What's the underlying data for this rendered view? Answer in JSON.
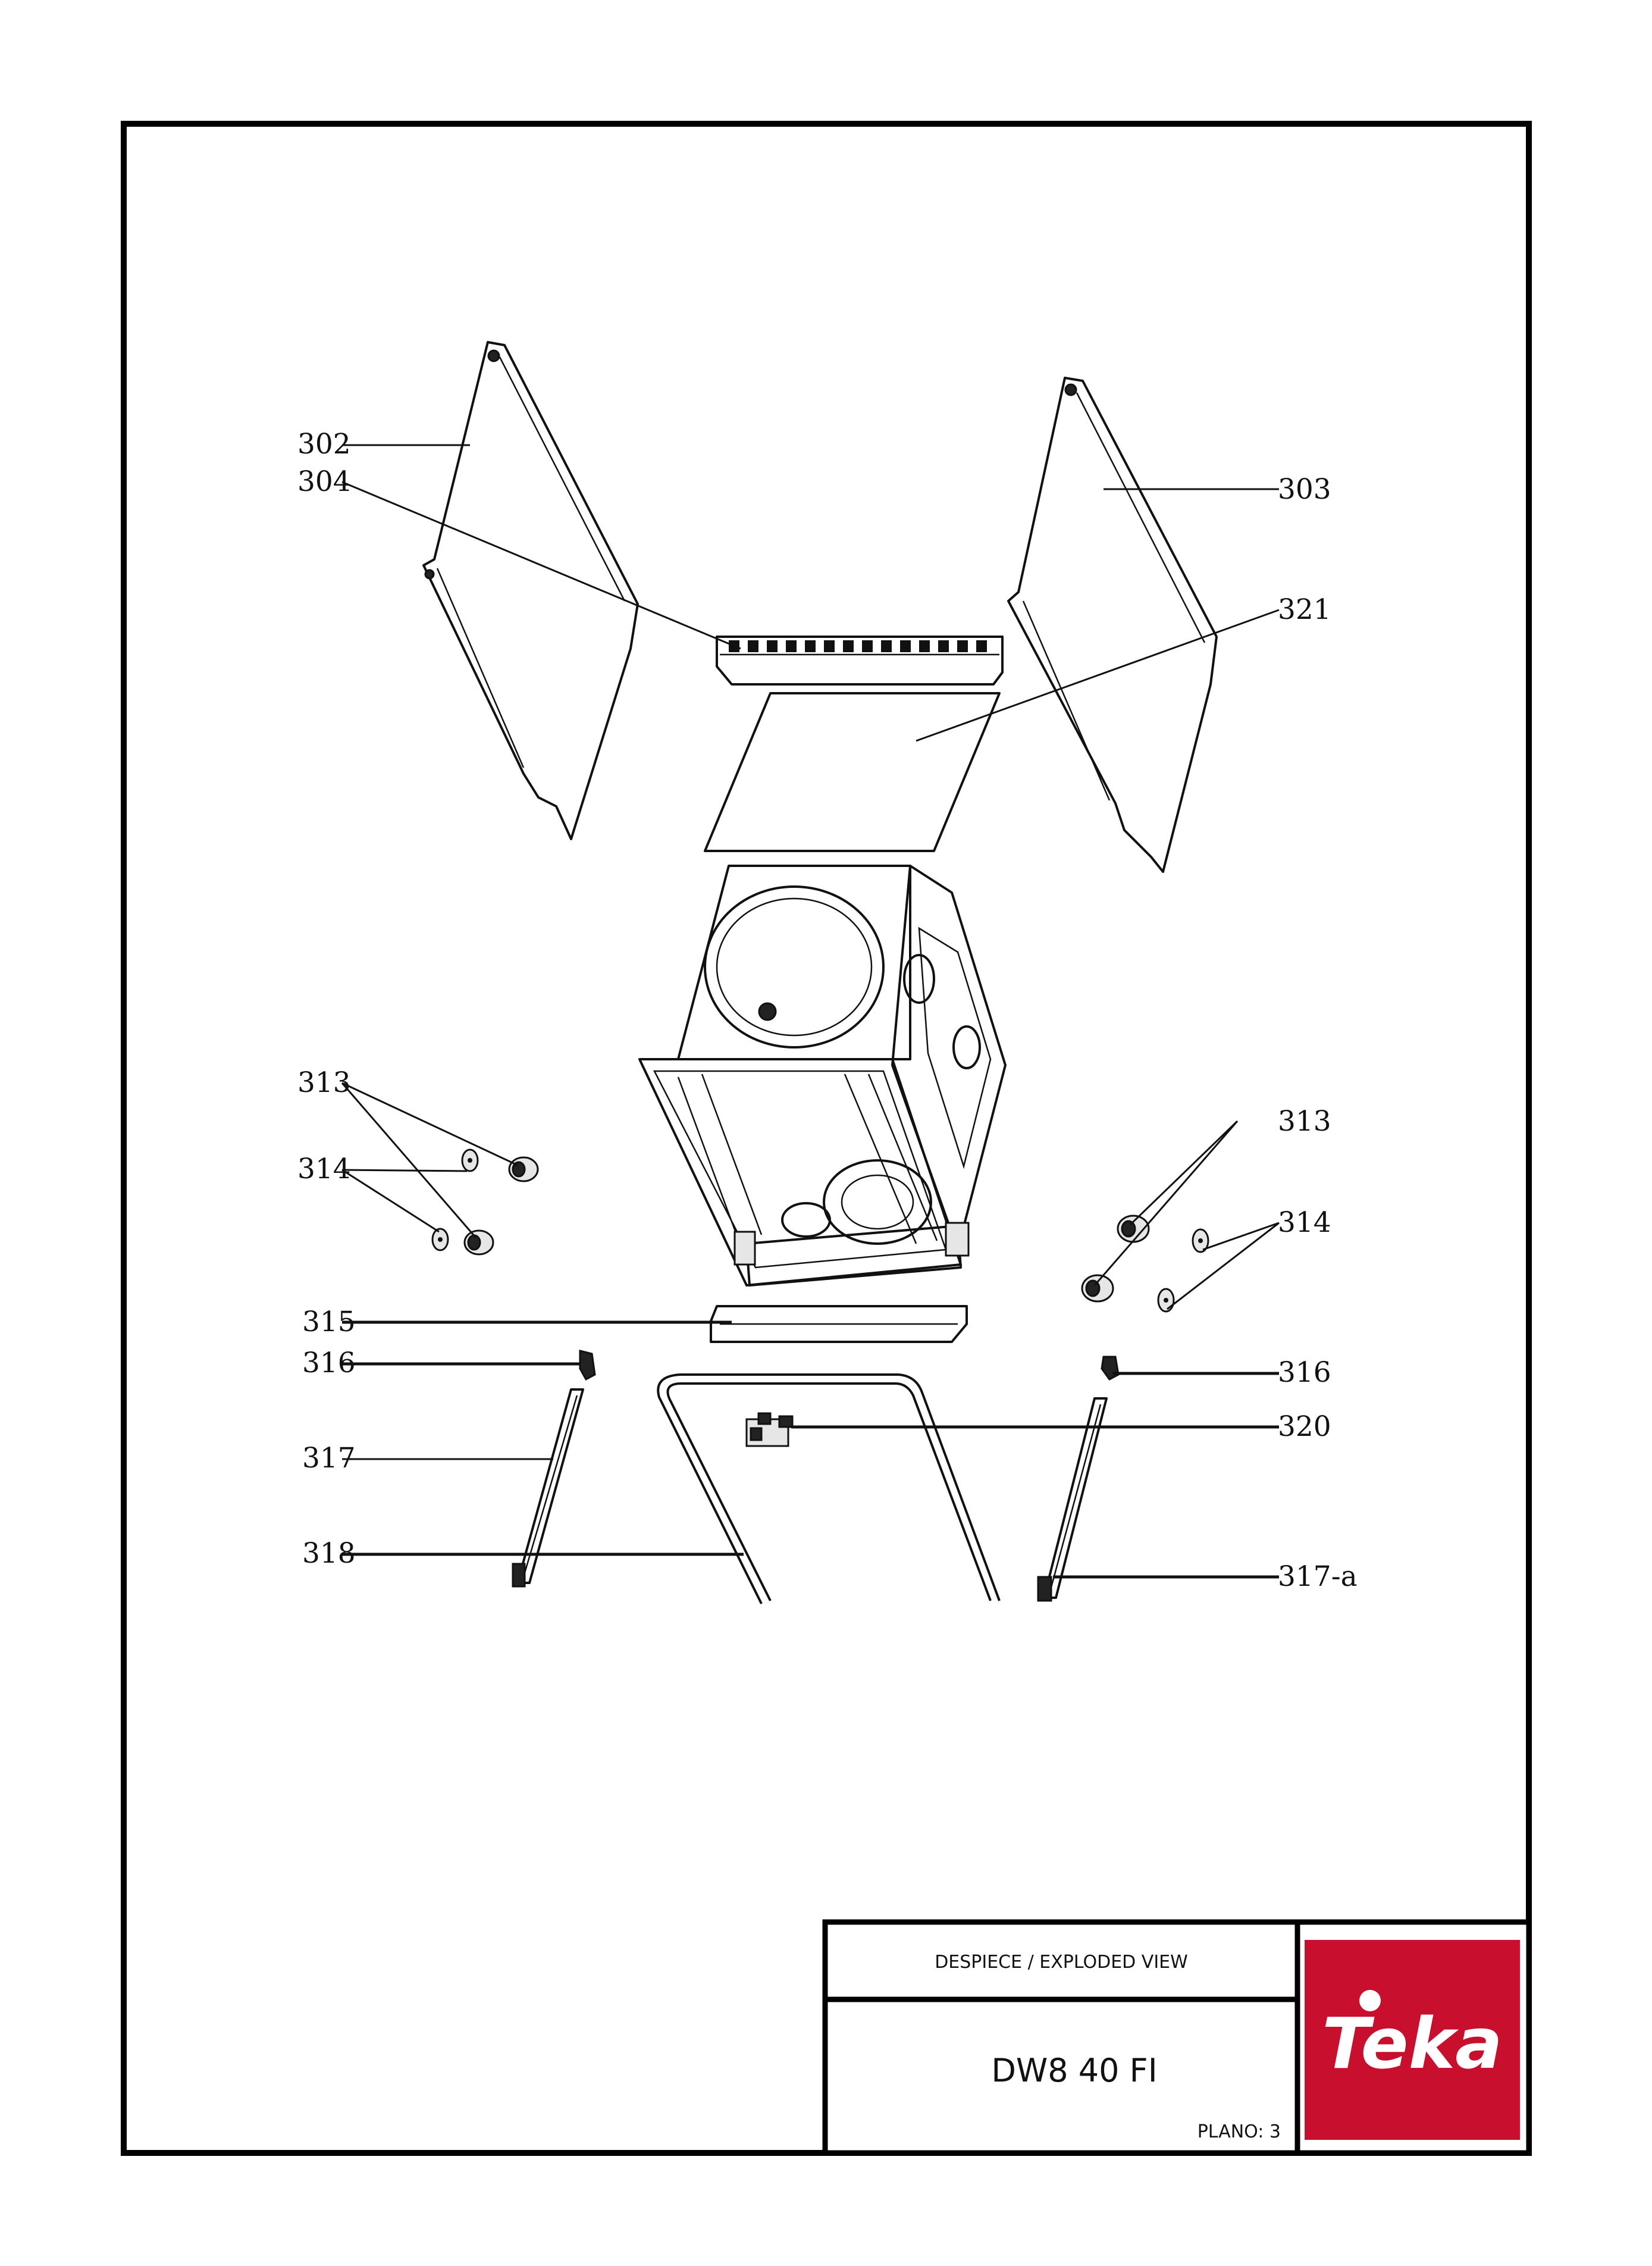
{
  "callouts": {
    "c302": "302",
    "c304": "304",
    "c303": "303",
    "c321": "321",
    "c313_left": "313",
    "c314_left": "314",
    "c313_right": "313",
    "c314_right": "314",
    "c315": "315",
    "c316_left": "316",
    "c316_right": "316",
    "c317": "317",
    "c318": "318",
    "c320": "320",
    "c317a": "317-a"
  },
  "title_block": {
    "header": "DESPIECE / EXPLODED VIEW",
    "model": "DW8 40 FI",
    "plan": "PLANO: 3"
  },
  "logo": {
    "brand_text": "Teka",
    "brand_color": "#c8102e"
  }
}
